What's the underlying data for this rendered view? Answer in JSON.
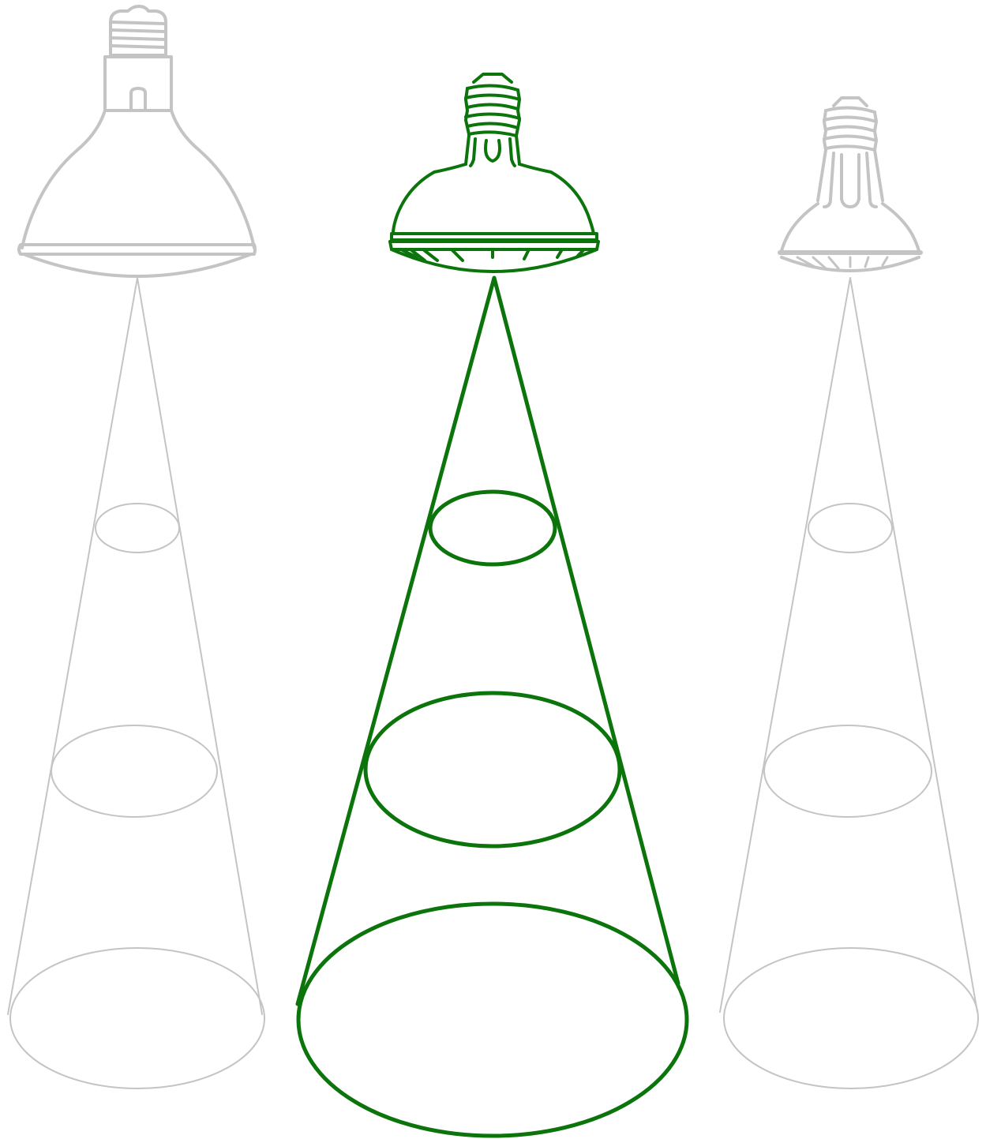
{
  "colors": {
    "background": "#ffffff",
    "inactive": "#c4c4c4",
    "active": "#0b740b"
  },
  "lamps": [
    {
      "id": "left",
      "state": "inactive",
      "icon": "flood-reflector-bulb-icon"
    },
    {
      "id": "center",
      "state": "active",
      "icon": "par-led-bulb-icon"
    },
    {
      "id": "right",
      "state": "inactive",
      "icon": "compact-par-bulb-icon"
    }
  ]
}
